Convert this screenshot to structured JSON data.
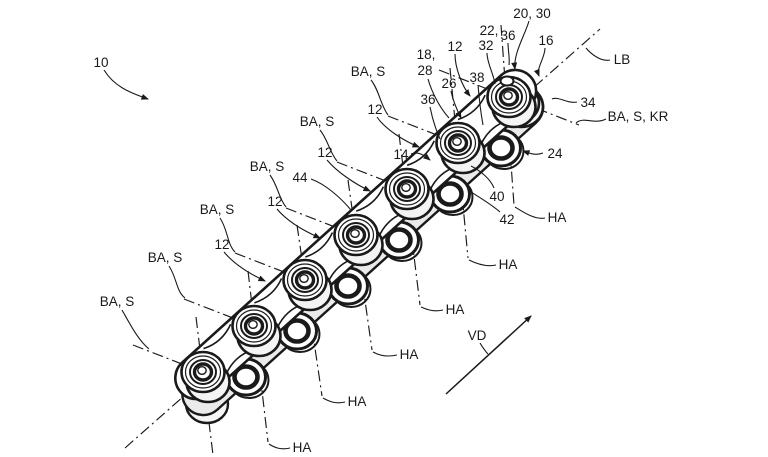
{
  "figure": {
    "background": "#ffffff",
    "line_color": "#1a1a1a",
    "refs": {
      "r10": "10",
      "r12": "12",
      "r14": "14",
      "r16": "16",
      "r18c": "18,",
      "r28": "28",
      "r20_30": "20, 30",
      "r22c": "22,",
      "r32": "32",
      "r24": "24",
      "r26": "26",
      "r34": "34",
      "r36": "36",
      "r38": "38",
      "r40": "40",
      "r42": "42",
      "r44": "44"
    },
    "axes": {
      "ba_s": "BA, S",
      "ba_s_kr": "BA, S, KR",
      "ha": "HA",
      "lb": "LB",
      "vd": "VD"
    }
  }
}
